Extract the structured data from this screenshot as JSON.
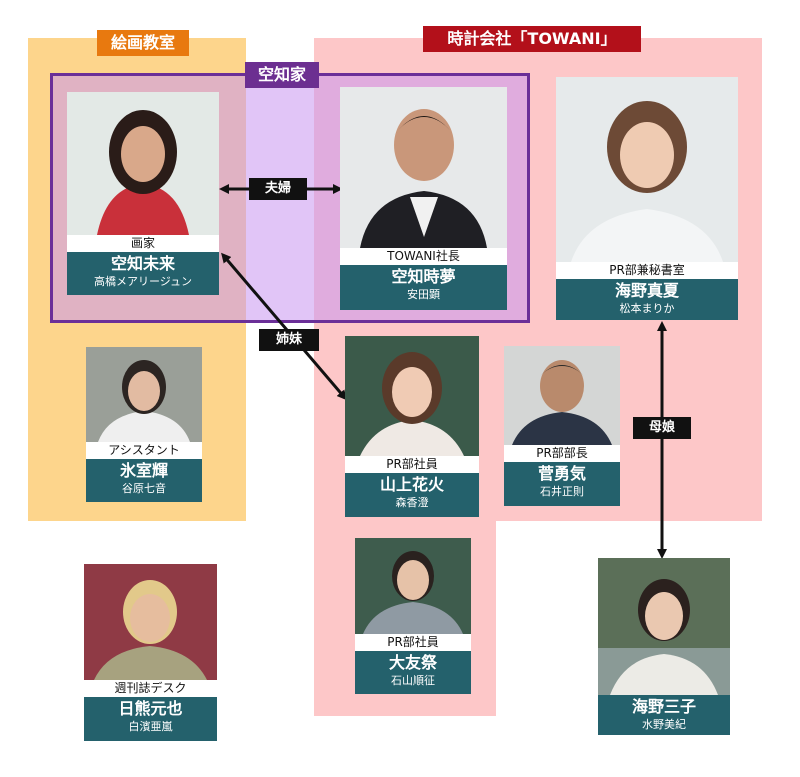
{
  "groups": {
    "art_class": {
      "label": "絵画教室",
      "color": "#e8790f",
      "bg": "#fdd58c"
    },
    "towani": {
      "label": "時計会社「TOWANI」",
      "color": "#b3101a",
      "bg": "#fdc7c8"
    },
    "sorachi": {
      "label": "空知家",
      "color": "#6c2f91",
      "border": "#6b2f98",
      "bg": "#d8b8ea"
    }
  },
  "people": {
    "mirai": {
      "role": "画家",
      "character": "空知未来",
      "actor": "高橋メアリージュン"
    },
    "tokimu": {
      "role": "TOWANI社長",
      "character": "空知時夢",
      "actor": "安田顕"
    },
    "manatsu": {
      "role": "PR部兼秘書室",
      "character": "海野真夏",
      "actor": "松本まりか"
    },
    "hikaru": {
      "role": "アシスタント",
      "character": "氷室輝",
      "actor": "谷原七音"
    },
    "hanabi": {
      "role": "PR部社員",
      "character": "山上花火",
      "actor": "森香澄"
    },
    "suga": {
      "role": "PR部部長",
      "character": "菅勇気",
      "actor": "石井正則"
    },
    "otomo": {
      "role": "PR部社員",
      "character": "大友祭",
      "actor": "石山順征"
    },
    "hikuma": {
      "role": "週刊誌デスク",
      "character": "日熊元也",
      "actor": "白濱亜嵐"
    },
    "mitsuko": {
      "role": "",
      "character": "海野三子",
      "actor": "水野美紀"
    }
  },
  "relations": {
    "couple": "夫婦",
    "sisters": "姉妹",
    "mother_daughter": "母娘"
  },
  "colors": {
    "name_box": "#24616c",
    "arrow": "#111111"
  }
}
